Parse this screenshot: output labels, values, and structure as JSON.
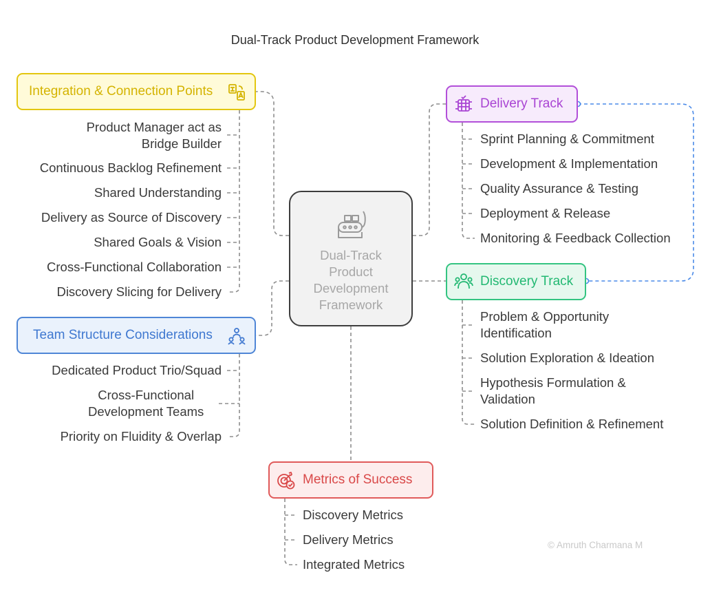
{
  "title": "Dual-Track Product Development Framework",
  "center": {
    "lines": [
      "Dual-Track",
      "Product",
      "Development",
      "Framework"
    ],
    "icon": "conveyor-belt-icon"
  },
  "integration": {
    "label": "Integration & Connection Points",
    "icon": "translation-icon",
    "color": "#e3c60f",
    "fill": "#fffbd9",
    "items": [
      [
        "Product Manager act as",
        "Bridge Builder"
      ],
      [
        "Continuous Backlog Refinement"
      ],
      [
        "Shared Understanding"
      ],
      [
        "Delivery as Source of Discovery"
      ],
      [
        "Shared Goals & Vision"
      ],
      [
        "Cross-Functional Collaboration"
      ],
      [
        "Discovery Slicing for Delivery"
      ]
    ]
  },
  "team": {
    "label": "Team Structure Considerations",
    "icon": "team-hierarchy-icon",
    "color": "#4f86d6",
    "fill": "#eaf2fc",
    "items": [
      [
        "Dedicated Product Trio/Squad"
      ],
      [
        "Cross-Functional",
        "Development Teams"
      ],
      [
        "Priority on Fluidity & Overlap"
      ]
    ]
  },
  "delivery": {
    "label": "Delivery Track",
    "icon": "server-icon",
    "color": "#b24fd9",
    "fill": "#f7ebfc",
    "items": [
      [
        "Sprint Planning & Commitment"
      ],
      [
        "Development & Implementation"
      ],
      [
        "Quality Assurance & Testing"
      ],
      [
        "Deployment & Release"
      ],
      [
        "Monitoring & Feedback Collection"
      ]
    ]
  },
  "discovery": {
    "label": "Discovery Track",
    "icon": "users-icon",
    "color": "#33c481",
    "fill": "#e6f8ee",
    "items": [
      [
        "Problem & Opportunity",
        "Identification"
      ],
      [
        "Solution Exploration & Ideation"
      ],
      [
        "Hypothesis Formulation &",
        "Validation"
      ],
      [
        "Solution Definition & Refinement"
      ]
    ]
  },
  "metrics": {
    "label": "Metrics of Success",
    "icon": "target-check-icon",
    "color": "#e05a5a",
    "fill": "#fdeded",
    "items": [
      [
        "Discovery Metrics"
      ],
      [
        "Delivery Metrics"
      ],
      [
        "Integrated Metrics"
      ]
    ]
  },
  "credit": "© Amruth Charmana M"
}
